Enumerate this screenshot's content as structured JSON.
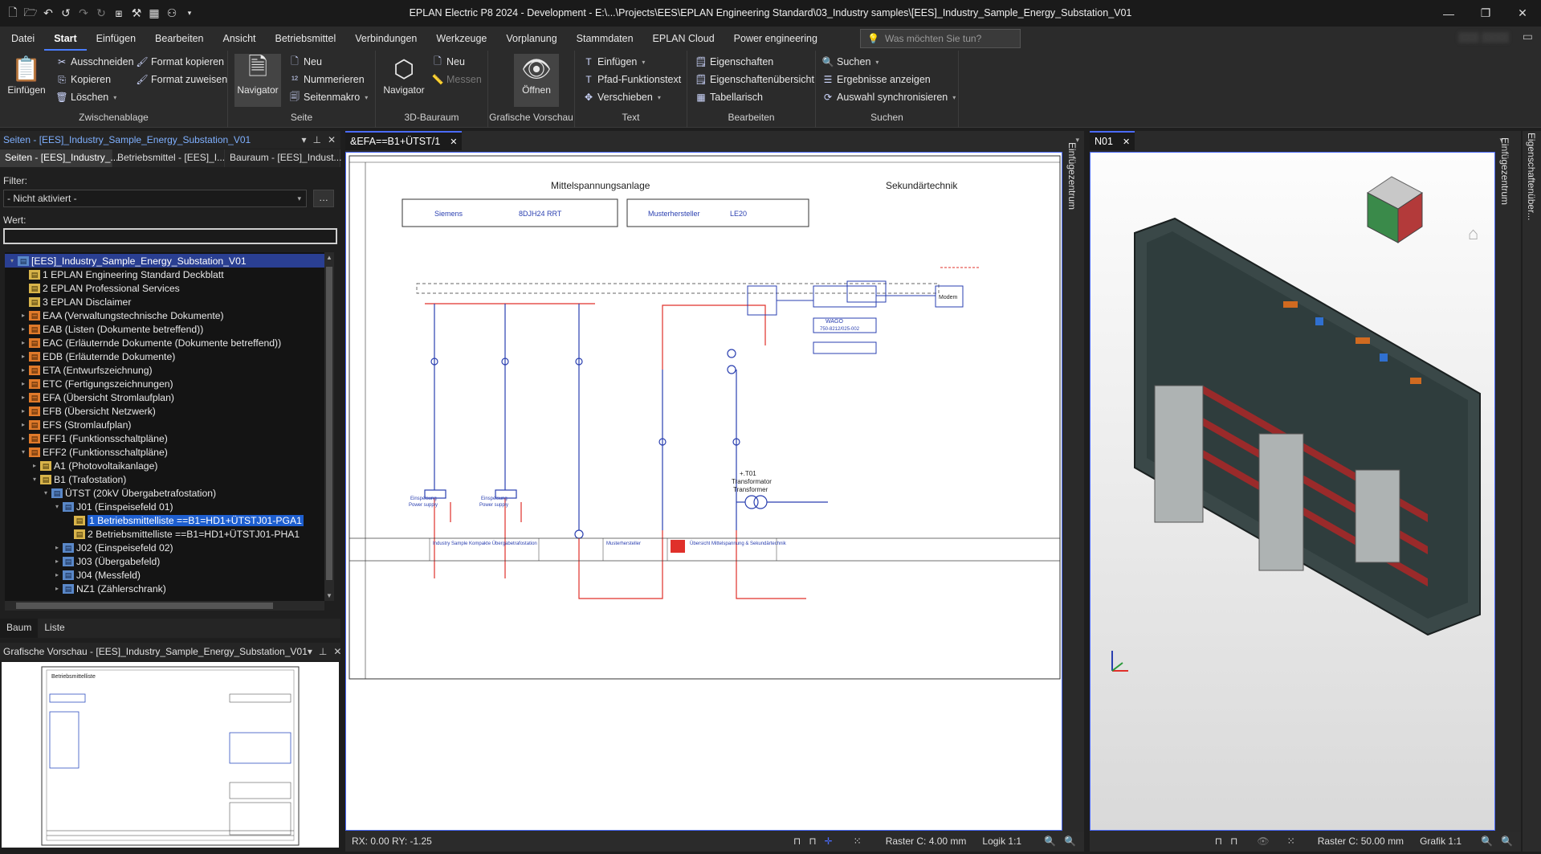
{
  "app": {
    "title": "EPLAN Electric P8 2024 - Development - E:\\...\\Projects\\EES\\EPLAN Engineering Standard\\03_Industry samples\\[EES]_Industry_Sample_Energy_Substation_V01"
  },
  "menu": [
    "Datei",
    "Start",
    "Einfügen",
    "Bearbeiten",
    "Ansicht",
    "Betriebsmittel",
    "Verbindungen",
    "Werkzeuge",
    "Vorplanung",
    "Stammdaten",
    "EPLAN Cloud",
    "Power engineering"
  ],
  "menu_active": "Start",
  "search_placeholder": "Was möchten Sie tun?",
  "ribbon": {
    "zwischenablage": {
      "label": "Zwischenablage",
      "einfuegen": "Einfügen",
      "ausschneiden": "Ausschneiden",
      "kopieren": "Kopieren",
      "loeschen": "Löschen",
      "format_kopieren": "Format kopieren",
      "format_zuweisen": "Format zuweisen"
    },
    "seite": {
      "label": "Seite",
      "navigator": "Navigator",
      "neu": "Neu",
      "nummerieren": "Nummerieren",
      "seitenmakro": "Seitenmakro"
    },
    "bauraum": {
      "label": "3D-Bauraum",
      "navigator": "Navigator",
      "neu": "Neu",
      "messen": "Messen"
    },
    "vorschau": {
      "label": "Grafische Vorschau",
      "oeffnen": "Öffnen"
    },
    "text": {
      "label": "Text",
      "einfuegen": "Einfügen",
      "pfad": "Pfad-Funktionstext",
      "verschieben": "Verschieben"
    },
    "bearbeiten": {
      "label": "Bearbeiten",
      "eigenschaften": "Eigenschaften",
      "uebersicht": "Eigenschaftenübersicht",
      "tabellarisch": "Tabellarisch"
    },
    "suchen": {
      "label": "Suchen",
      "suchen": "Suchen",
      "ergebnisse": "Ergebnisse anzeigen",
      "auswahl": "Auswahl synchronisieren"
    }
  },
  "pages_panel": {
    "title": "Seiten - [EES]_Industry_Sample_Energy_Substation_V01",
    "tabs": [
      "Seiten - [EES]_Industry_...",
      "Betriebsmittel - [EES]_I...",
      "Bauraum - [EES]_Indust..."
    ],
    "filter_label": "Filter:",
    "filter_value": "- Nicht aktiviert -",
    "wert_label": "Wert:",
    "tree": [
      {
        "label": "[EES]_Industry_Sample_Energy_Substation_V01",
        "level": 0,
        "icon": "b",
        "tw": "▾"
      },
      {
        "label": "1 EPLAN Engineering Standard Deckblatt",
        "level": 1,
        "icon": "y",
        "tw": ""
      },
      {
        "label": "2 EPLAN Professional Services",
        "level": 1,
        "icon": "y",
        "tw": ""
      },
      {
        "label": "3 EPLAN Disclaimer",
        "level": 1,
        "icon": "y",
        "tw": ""
      },
      {
        "label": "EAA (Verwaltungstechnische Dokumente)",
        "level": 1,
        "icon": "o",
        "tw": "▸"
      },
      {
        "label": "EAB (Listen (Dokumente betreffend))",
        "level": 1,
        "icon": "o",
        "tw": "▸"
      },
      {
        "label": "EAC (Erläuternde Dokumente (Dokumente betreffend))",
        "level": 1,
        "icon": "o",
        "tw": "▸"
      },
      {
        "label": "EDB (Erläuternde Dokumente)",
        "level": 1,
        "icon": "o",
        "tw": "▸"
      },
      {
        "label": "ETA (Entwurfszeichnung)",
        "level": 1,
        "icon": "o",
        "tw": "▸"
      },
      {
        "label": "ETC (Fertigungszeichnungen)",
        "level": 1,
        "icon": "o",
        "tw": "▸"
      },
      {
        "label": "EFA (Übersicht Stromlaufplan)",
        "level": 1,
        "icon": "o",
        "tw": "▸"
      },
      {
        "label": "EFB (Übersicht Netzwerk)",
        "level": 1,
        "icon": "o",
        "tw": "▸"
      },
      {
        "label": "EFS (Stromlaufplan)",
        "level": 1,
        "icon": "o",
        "tw": "▸"
      },
      {
        "label": "EFF1 (Funktionsschaltpläne)",
        "level": 1,
        "icon": "o",
        "tw": "▸"
      },
      {
        "label": "EFF2 (Funktionsschaltpläne)",
        "level": 1,
        "icon": "o",
        "tw": "▾"
      },
      {
        "label": "A1 (Photovoltaikanlage)",
        "level": 2,
        "icon": "y",
        "tw": "▸"
      },
      {
        "label": "B1 (Trafostation)",
        "level": 2,
        "icon": "y",
        "tw": "▾"
      },
      {
        "label": "ÜTST (20kV Übergabetrafostation)",
        "level": 3,
        "icon": "b",
        "tw": "▾"
      },
      {
        "label": "J01 (Einspeisefeld 01)",
        "level": 4,
        "icon": "b",
        "tw": "▾"
      },
      {
        "label": "1 Betriebsmittelliste ==B1=HD1+ÜTSTJ01-PGA1",
        "level": 5,
        "icon": "y",
        "tw": "",
        "hi": true
      },
      {
        "label": "2 Betriebsmittelliste ==B1=HD1+ÜTSTJ01-PHA1",
        "level": 5,
        "icon": "y",
        "tw": ""
      },
      {
        "label": "J02 (Einspeisefeld 02)",
        "level": 4,
        "icon": "b",
        "tw": "▸"
      },
      {
        "label": "J03 (Übergabefeld)",
        "level": 4,
        "icon": "b",
        "tw": "▸"
      },
      {
        "label": "J04 (Messfeld)",
        "level": 4,
        "icon": "b",
        "tw": "▸"
      },
      {
        "label": "NZ1 (Zählerschrank)",
        "level": 4,
        "icon": "b",
        "tw": "▸"
      }
    ],
    "bottom_tabs": [
      "Baum",
      "Liste"
    ]
  },
  "preview_panel": {
    "title": "Grafische Vorschau - [EES]_Industry_Sample_Energy_Substation_V01",
    "page_heading": "Betriebsmittelliste"
  },
  "doc_tab": {
    "label": "&EFA==B1+ÜTST/1",
    "side_label": "Einfügezentrum"
  },
  "schematic": {
    "title_left": "Mittelspannungsanlage",
    "title_right": "Sekundärtechnik",
    "box1_a": "Siemens",
    "box1_b": "8DJH24 RRT",
    "box2_a": "Musterhersteller",
    "box2_b": "LE20",
    "transformer_tag": "+.T01",
    "transformer_de": "Transformator",
    "transformer_en": "Transformer",
    "feed1_de": "Einspeisung",
    "feed1_en": "Power supply",
    "feed2_de": "Einspeisung",
    "feed2_en": "Power supply",
    "wago": "WAGO",
    "wago_part": "750-8212/025-002",
    "modem": "Modem",
    "footer_project": "Industry Sample  Kompakte Übergabetrafostation",
    "footer_maker": "Musterhersteller",
    "footer_desc": "Übersicht Mittelspannung & Sekundärtechnik"
  },
  "doc_status": {
    "coords": "RX: 0.00 RY: -1.25",
    "raster": "Raster C: 4.00 mm",
    "logik": "Logik 1:1"
  },
  "view_tab": {
    "label": "N01",
    "side_label": "Einfügezentrum",
    "right_edge_label": "Eigenschaftenüber..."
  },
  "view_status": {
    "raster": "Raster C: 50.00 mm",
    "grafik": "Grafik 1:1"
  },
  "colors": {
    "accent": "#4b6bff",
    "tree_select": "#1e5fd0",
    "wire_red": "#e0302a",
    "wire_blue": "#2a3fb0"
  }
}
